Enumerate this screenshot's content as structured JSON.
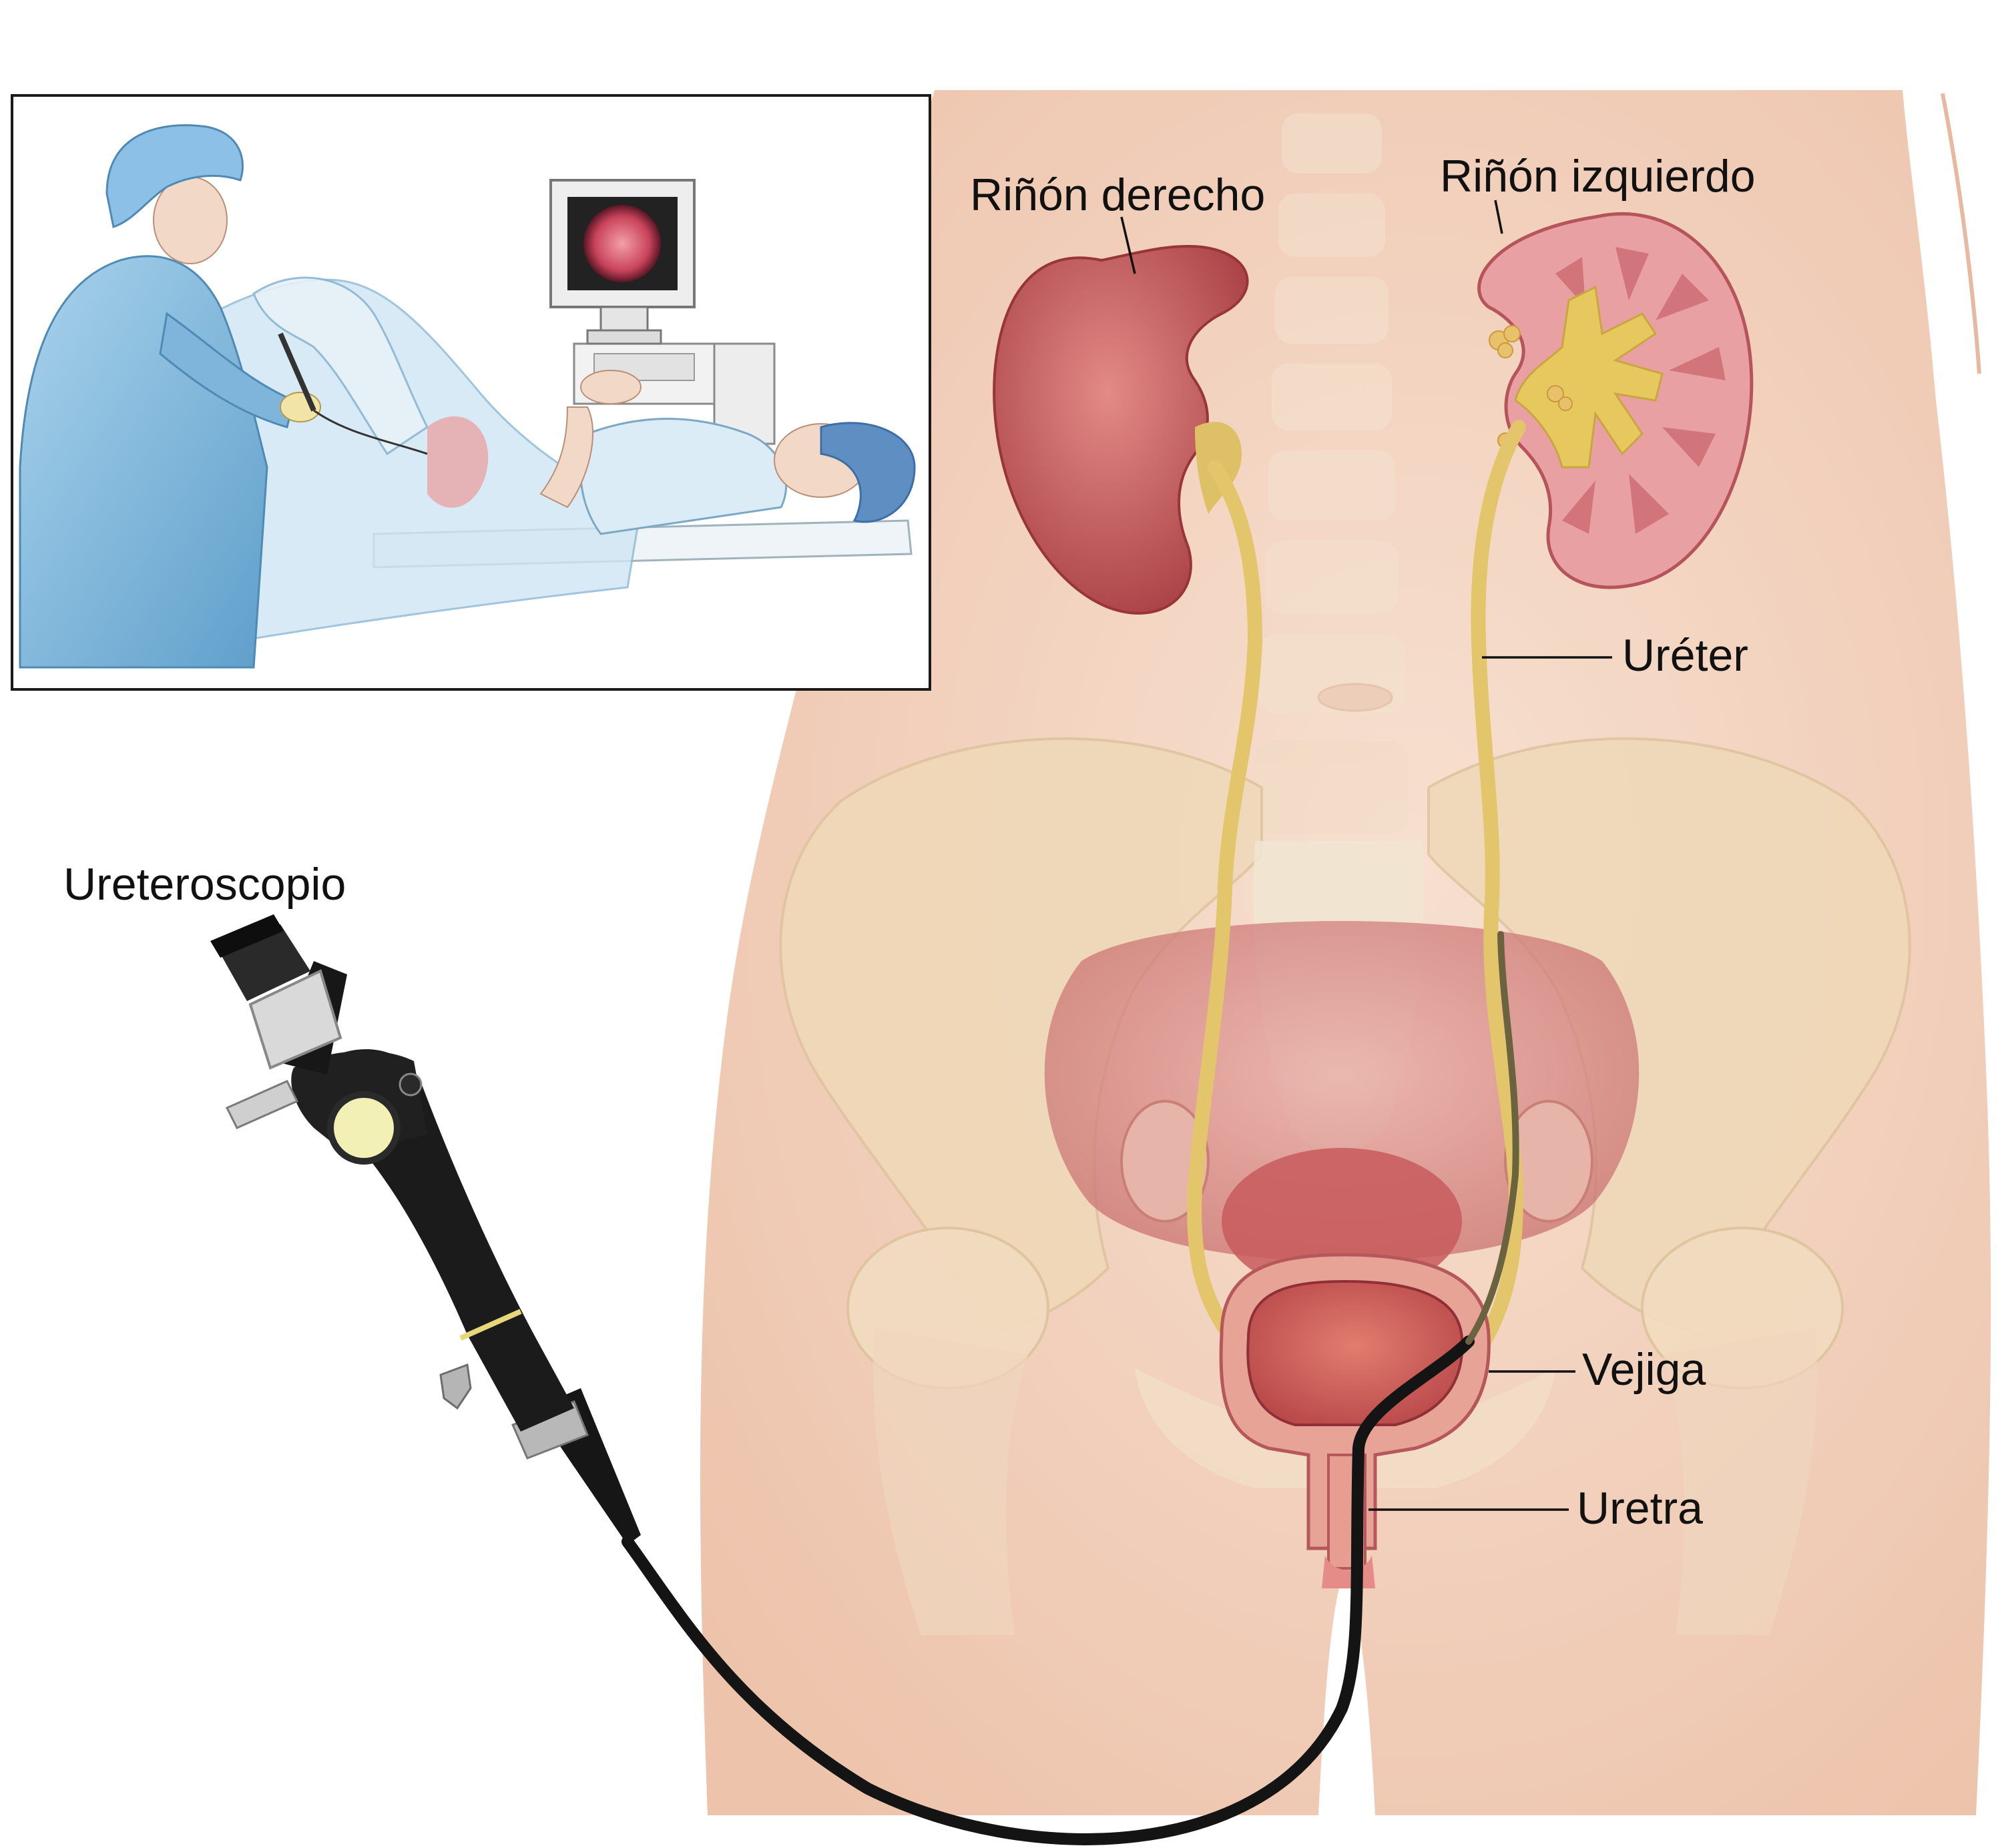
{
  "labels": {
    "right_kidney": "Riñón derecho",
    "left_kidney": "Riñón izquierdo",
    "ureter": "Uréter",
    "bladder": "Vejiga",
    "urethra": "Uretra",
    "ureteroscope": "Ureteroscopio"
  },
  "colors": {
    "skin": "#f4d6c3",
    "skin_shadow": "#e8bca4",
    "bone": "#efd9b8",
    "kidney": "#c45a5c",
    "kidney_cut": "#e9a0a2",
    "ureter": "#e0c36a",
    "bladder_wall": "#e79b8f",
    "bladder_inside": "#d35f5c",
    "scope_body": "#151515",
    "scope_lens": "#f3f0b5",
    "gown": "#8cc0e0",
    "monitor_screen": "#c9445b"
  }
}
